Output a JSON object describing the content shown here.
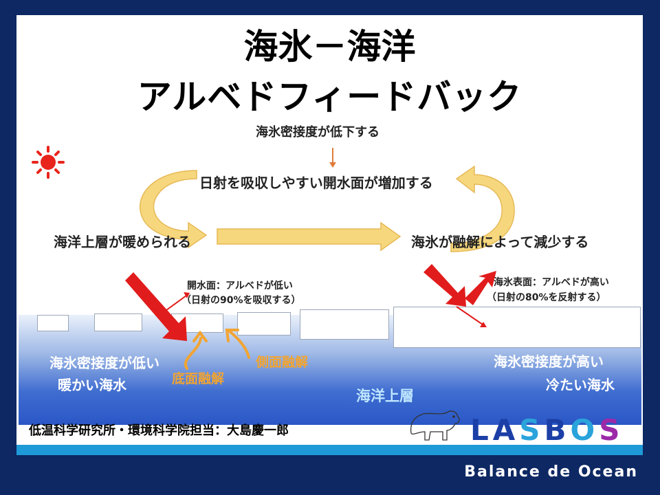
{
  "title": {
    "line1": "海氷－海洋",
    "line2": "アルベドフィードバック"
  },
  "cycle": {
    "top": "海氷密接度が低下する",
    "middle": "日射を吸収しやすい開水面が増加する",
    "left": "海洋上層が暖められる",
    "right": "海氷が融解によって減少する"
  },
  "annotations": {
    "open_water_1": "開水面：アルベドが低い",
    "open_water_2": "（日射の90%を吸収する）",
    "ice_surface_1": "海氷表面：アルベドが高い",
    "ice_surface_2": "（日射の80%を反射する）",
    "bottom_melt": "底面融解",
    "lateral_melt": "側面融解"
  },
  "ocean": {
    "left_1": "海氷密接度が低い",
    "left_2": "暖かい海水",
    "right_1": "海氷密接度が高い",
    "right_2": "冷たい海水",
    "layer": "海洋上層"
  },
  "footer": {
    "credit": "低温科学研究所・環境科学院担当：大島慶一郎",
    "logo": "LASBOS",
    "motto": "Balance de Ocean"
  },
  "colors": {
    "background": "#0d2863",
    "sun": "#e8241c",
    "arrow_red": "#e11c1c",
    "arrow_light": "#f6d77e",
    "melt_text": "#f2a431",
    "stripe": "#1f9ad8"
  },
  "icons": [
    "sun-icon",
    "polar-bear-logo"
  ]
}
